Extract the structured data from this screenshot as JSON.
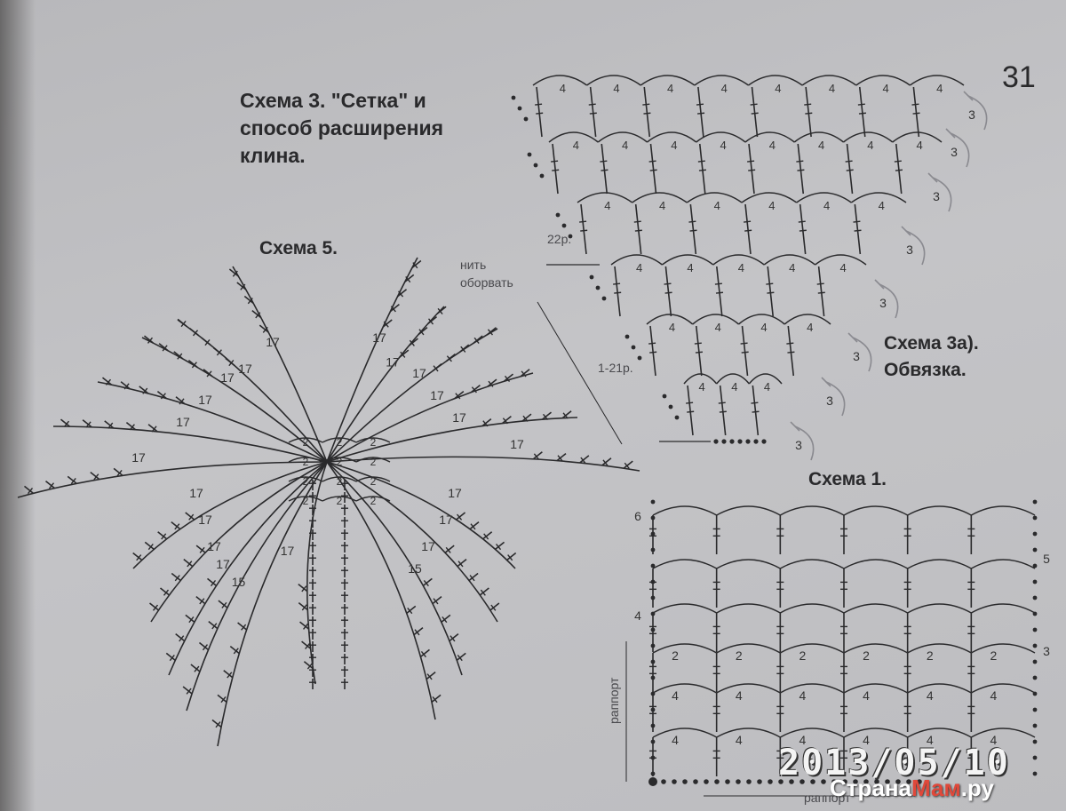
{
  "page": {
    "number": "31",
    "scheme3_title": "Схема 3. \"Сетка\" и способ расширения клина.",
    "scheme5_title": "Схема 5.",
    "scheme3a_title": "Схема 3а). Обвязка.",
    "scheme1_title": "Схема 1.",
    "note_cut": "нить оборвать",
    "row_22": "22р.",
    "rows_1_21": "1-21р.",
    "rapport": "раппорт",
    "date_stamp": "2013/05/10",
    "watermark_prefix": "Страна",
    "watermark_name": "Мам",
    "watermark_tld": ".ру"
  },
  "diagram_labels": {
    "mesh_ch": "4",
    "edge_ch": "3",
    "leaf_ch": "17",
    "tip_ch": "15",
    "centre_ch": "2",
    "row_6": "6",
    "row_5": "5",
    "row_4": "4",
    "row_3": "3"
  },
  "colors": {
    "ink": "#2a2a2c",
    "faded_ink": "#8a8a90",
    "paper": "#c2c2c5"
  }
}
